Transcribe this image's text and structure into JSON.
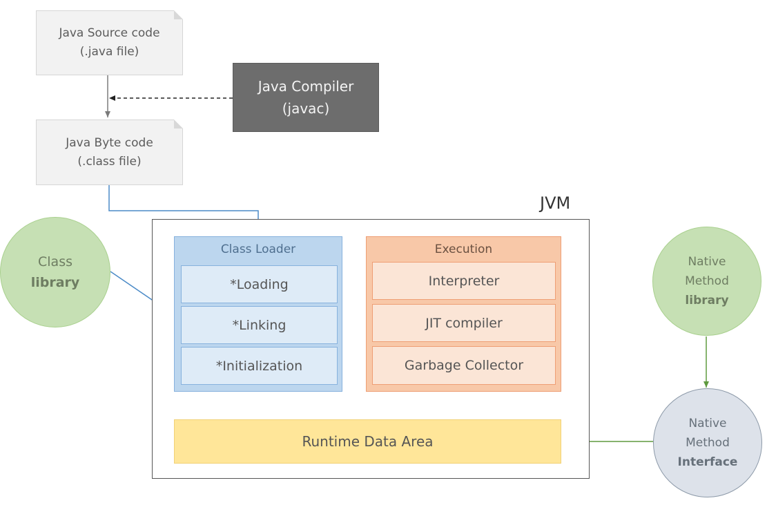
{
  "source_doc": {
    "line1": "Java Source code",
    "line2": "(.java file)"
  },
  "byte_doc": {
    "line1": "Java Byte code",
    "line2": "(.class file)"
  },
  "compiler": {
    "line1": "Java Compiler",
    "line2": "(javac)"
  },
  "jvm": {
    "label": "JVM"
  },
  "class_loader": {
    "title": "Class Loader",
    "items": [
      "*Loading",
      "*Linking",
      "*Initialization"
    ]
  },
  "execution": {
    "title": "Execution",
    "items": [
      "Interpreter",
      "JIT compiler",
      "Garbage Collector"
    ]
  },
  "runtime_data_area": {
    "label": "Runtime Data Area"
  },
  "class_library": {
    "line1": "Class",
    "line2": "library"
  },
  "native_method_library": {
    "line1": "Native",
    "line2": "Method",
    "line3": "library"
  },
  "native_method_interface": {
    "line1": "Native",
    "line2": "Method",
    "line3": "Interface"
  },
  "colors": {
    "blue_line": "#4a8ac7",
    "green_line": "#5e9a3e",
    "grey_line": "#7a7a7a",
    "black_line": "#222222"
  }
}
